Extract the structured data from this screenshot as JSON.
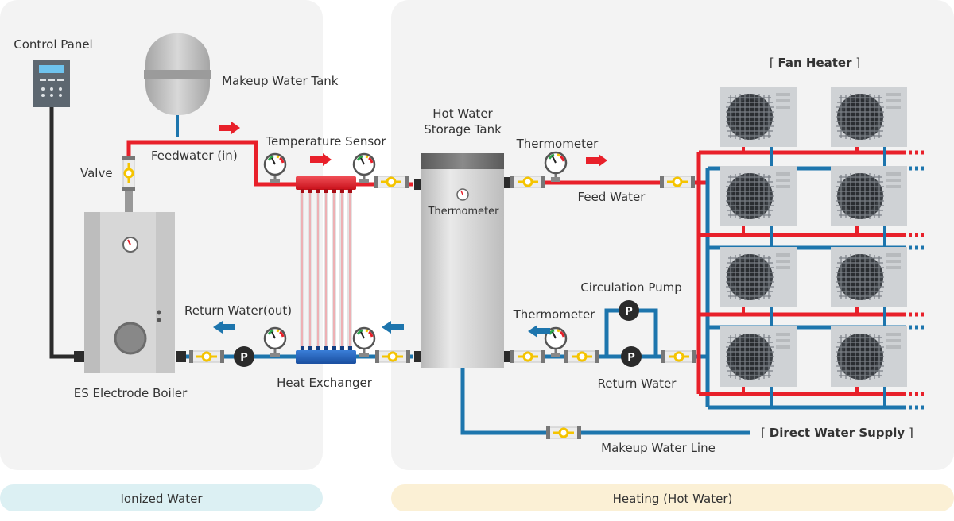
{
  "labels": {
    "control_panel": "Control Panel",
    "makeup_tank": "Makeup Water Tank",
    "feedwater_in": "Feedwater (in)",
    "temperature_sensor": "Temperature Sensor",
    "valve": "Valve",
    "return_water_out": "Return Water(out)",
    "boiler": "ES Electrode Boiler",
    "heat_exchanger": "Heat Exchanger",
    "hot_water_line1": "Hot Water",
    "hot_water_line2": "Storage Tank",
    "tank_thermometer": "Thermometer",
    "thermometer_top": "Thermometer",
    "feed_water": "Feed Water",
    "circulation_pump": "Circulation Pump",
    "thermometer_bottom": "Thermometer",
    "return_water": "Return Water",
    "fan_heater_open": "[ ",
    "fan_heater": "Fan Heater",
    "fan_heater_close": " ]",
    "direct_open": "[ ",
    "direct_supply": "Direct Water Supply",
    "direct_close": " ]",
    "makeup_line": "Makeup Water Line",
    "pump_symbol": "P"
  },
  "sections": {
    "left": "Ionized Water",
    "right": "Heating (Hot Water)"
  },
  "colors": {
    "hot": "#e8202a",
    "cold": "#1d75ad",
    "black_pipe": "#2b2b2b",
    "panel_bg": "#f3f3f3",
    "left_tab": "#dcf0f3",
    "right_tab": "#fbf0d5",
    "valve_yellow": "#f5c400"
  }
}
